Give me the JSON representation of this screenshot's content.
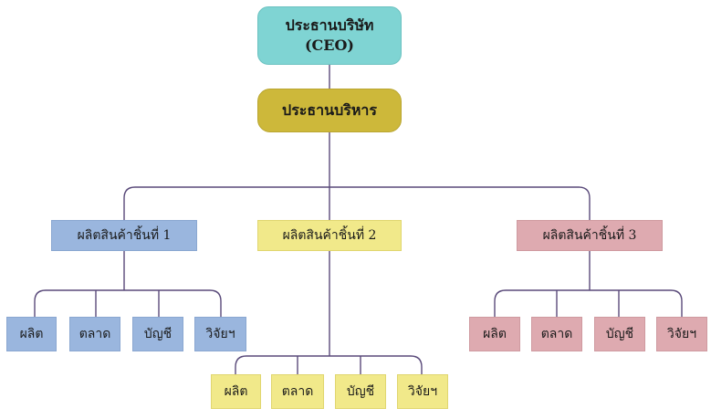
{
  "ceo": {
    "line1": "ประธานบริษัท",
    "line2": "(CEO)"
  },
  "executive": "ประธานบริหาร",
  "branches": [
    {
      "label": "ผลิตสินค้าชิ้นที่ 1",
      "children": [
        "ผลิต",
        "ตลาด",
        "บัญชี",
        "วิจัยฯ"
      ]
    },
    {
      "label": "ผลิตสินค้าชิ้นที่ 2",
      "children": [
        "ผลิต",
        "ตลาด",
        "บัญชี",
        "วิจัยฯ"
      ]
    },
    {
      "label": "ผลิตสินค้าชิ้นที่ 3",
      "children": [
        "ผลิต",
        "ตลาด",
        "บัญชี",
        "วิจัยฯ"
      ]
    }
  ],
  "colors": {
    "connector": "#5a4a7a",
    "ceo": "#7fd4d3",
    "executive": "#cdb83a",
    "branch_1": "#9ab6de",
    "branch_2": "#f1e98a",
    "branch_3": "#deaab0"
  }
}
